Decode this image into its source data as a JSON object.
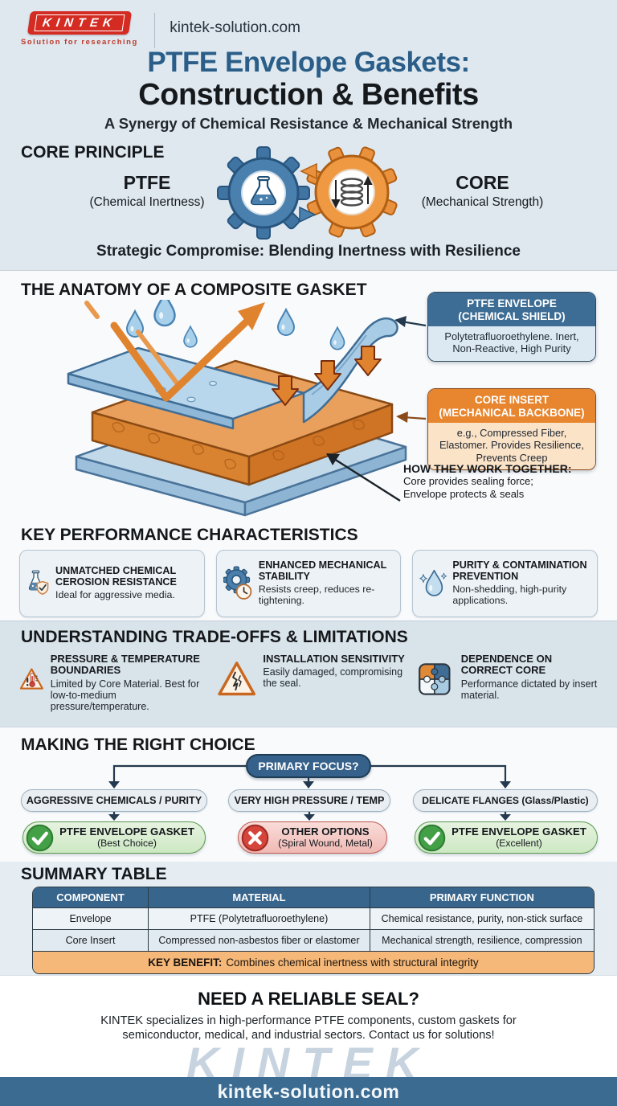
{
  "header": {
    "logo_text": "KINTEK",
    "logo_tagline": "Solution for researching",
    "site": "kintek-solution.com"
  },
  "title": {
    "line1": "PTFE Envelope Gaskets:",
    "line2": "Construction & Benefits",
    "subtitle": "A Synergy of Chemical Resistance & Mechanical Strength"
  },
  "core_principle": {
    "heading": "CORE PRINCIPLE",
    "left_title": "PTFE",
    "left_subtitle": "(Chemical Inertness)",
    "right_title": "CORE",
    "right_subtitle": "(Mechanical Strength)",
    "caption": "Strategic Compromise: Blending Inertness with Resilience"
  },
  "anatomy": {
    "heading": "THE ANATOMY OF A COMPOSITE GASKET",
    "callouts": [
      {
        "color": "blue",
        "title_line1": "PTFE ENVELOPE",
        "title_line2": "(CHEMICAL SHIELD)",
        "body": "Polytetrafluoroethylene. Inert, Non-Reactive, High Purity"
      },
      {
        "color": "orange",
        "title_line1": "CORE INSERT",
        "title_line2": "(MECHANICAL BACKBONE)",
        "body": "e.g., Compressed Fiber, Elastomer. Provides Resilience, Prevents Creep"
      }
    ],
    "note": {
      "title": "HOW THEY WORK TOGETHER:",
      "line1": "Core provides sealing force;",
      "line2": "Envelope protects & seals"
    }
  },
  "performance": {
    "heading": "KEY PERFORMANCE CHARACTERISTICS",
    "cards": [
      {
        "icon": "flask-shield-icon",
        "title": "UNMATCHED CHEMICAL CEROSION RESISTANCE",
        "body": "Ideal for aggressive media."
      },
      {
        "icon": "gear-clock-icon",
        "title": "ENHANCED MECHANICAL STABILITY",
        "body": "Resists creep, reduces re-tightening."
      },
      {
        "icon": "droplet-sparkle-icon",
        "title": "PURITY & CONTAMINATION PREVENTION",
        "body": "Non-shedding, high-purity applications."
      }
    ]
  },
  "tradeoffs": {
    "heading": "UNDERSTANDING TRADE-OFFS & LIMITATIONS",
    "items": [
      {
        "icon": "thermometer-warning-icon",
        "title": "PRESSURE & TEMPERATURE BOUNDARIES",
        "body": "Limited by Core Material. Best for low-to-medium pressure/temperature."
      },
      {
        "icon": "crack-warning-icon",
        "title": "INSTALLATION SENSITIVITY",
        "body": "Easily damaged, compromising the seal."
      },
      {
        "icon": "puzzle-icon",
        "title": "DEPENDENCE ON CORRECT CORE",
        "body": "Performance dictated by insert material."
      }
    ]
  },
  "choice": {
    "heading": "MAKING THE RIGHT CHOICE",
    "root": "PRIMARY FOCUS?",
    "branches": [
      {
        "condition": "AGGRESSIVE CHEMICALS / PURITY",
        "result": "PTFE ENVELOPE GASKET",
        "note": "(Best Choice)",
        "verdict": "yes"
      },
      {
        "condition": "VERY HIGH PRESSURE / TEMP",
        "result": "OTHER OPTIONS",
        "note": "(Spiral Wound, Metal)",
        "verdict": "no"
      },
      {
        "condition": "DELICATE FLANGES (Glass/Plastic)",
        "result": "PTFE ENVELOPE GASKET",
        "note": "(Excellent)",
        "verdict": "yes"
      }
    ]
  },
  "summary": {
    "heading": "SUMMARY TABLE",
    "columns": [
      "COMPONENT",
      "MATERIAL",
      "PRIMARY FUNCTION"
    ],
    "rows": [
      [
        "Envelope",
        "PTFE (Polytetrafluoroethylene)",
        "Chemical resistance, purity, non-stick surface"
      ],
      [
        "Core Insert",
        "Compressed non-asbestos fiber or elastomer",
        "Mechanical strength, resilience, compression"
      ]
    ],
    "key_benefit_label": "KEY BENEFIT:",
    "key_benefit_text": "Combines chemical inertness with structural integrity"
  },
  "cta": {
    "heading": "NEED A RELIABLE SEAL?",
    "body": "KINTEK specializes in high-performance PTFE components, custom gaskets for semiconductor, medical, and industrial sectors. Contact us for solutions!"
  },
  "footer": {
    "watermark": "KINTEK",
    "site": "kintek-solution.com"
  },
  "colors": {
    "accent_blue": "#3d6d95",
    "accent_orange": "#e8862f",
    "logo_red": "#d42b22",
    "success_green": "#43a047",
    "error_red": "#d6453c",
    "bar_blue": "#3c6b92",
    "table_header_blue": "#38658c",
    "key_benefit_orange": "#f5b878"
  }
}
